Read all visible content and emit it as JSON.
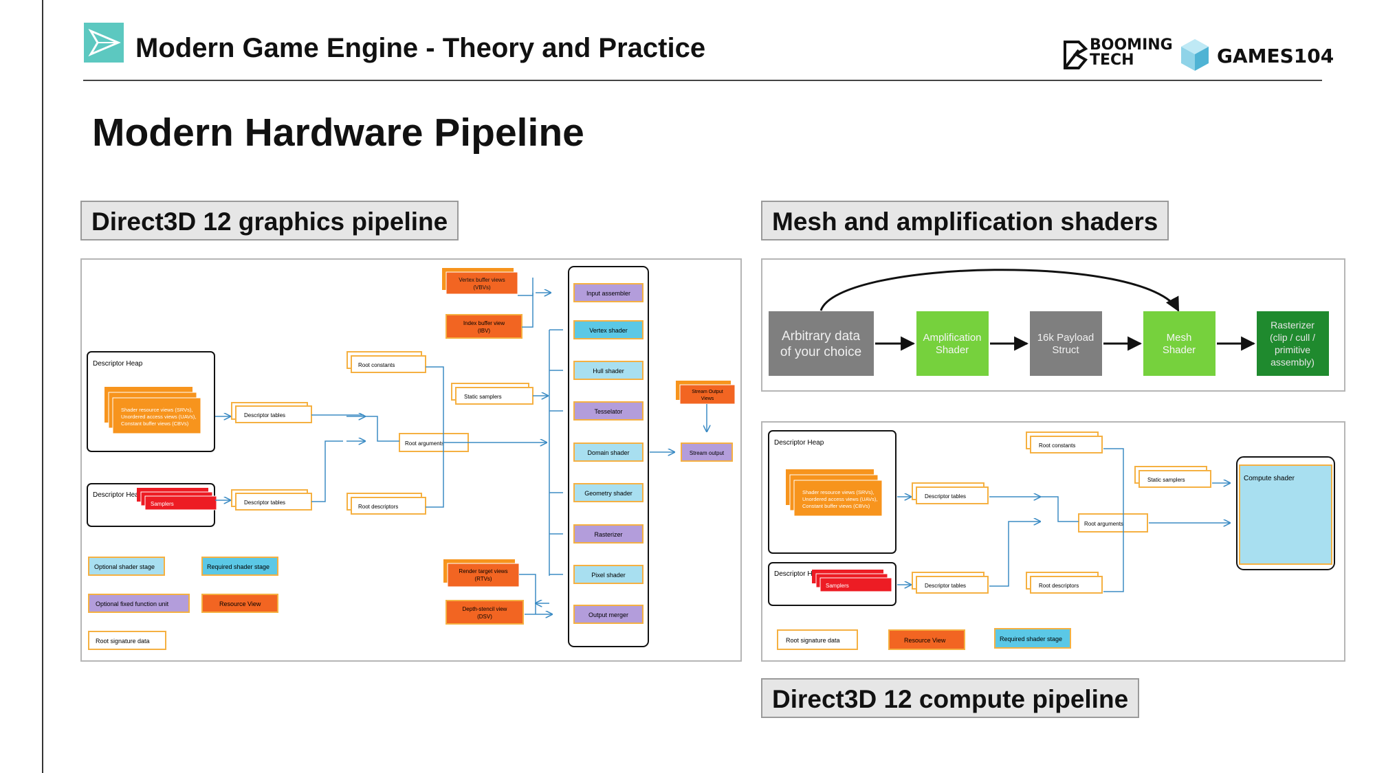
{
  "header": {
    "course_title": "Modern Game Engine - Theory and Practice",
    "brand_booming_line1": "BOOMING",
    "brand_booming_line2": "TECH",
    "brand_games": "GAMES104"
  },
  "slide": {
    "title": "Modern Hardware Pipeline"
  },
  "graphics": {
    "label": "Direct3D 12 graphics pipeline",
    "descriptor_heap": "Descriptor Heap",
    "resource_views": [
      "Shader resource views (SRVs),",
      "Unordered access views (UAVs),",
      "Constant buffer views (CBVs)"
    ],
    "samplers": "Samplers",
    "descriptor_tables": "Descriptor tables",
    "root_constants": "Root constants",
    "root_descriptors": "Root descriptors",
    "root_arguments": "Root arguments",
    "static_samplers": "Static samplers",
    "vbv": [
      "Vertex buffer views",
      "(VBVs)"
    ],
    "ibv": [
      "Index buffer view",
      "(IBV)"
    ],
    "rtv": [
      "Render target views",
      "(RTVs)"
    ],
    "dsv": [
      "Depth-stencil view",
      "(DSV)"
    ],
    "stream_output_views": [
      "Stream Output",
      "Views"
    ],
    "stream_output": "Stream output",
    "stages": [
      "Input assembler",
      "Vertex shader",
      "Hull shader",
      "Tesselator",
      "Domain shader",
      "Geometry shader",
      "Rasterizer",
      "Pixel shader",
      "Output merger"
    ],
    "legend": {
      "optional_shader_stage": "Optional shader stage",
      "required_shader_stage": "Required shader stage",
      "optional_fixed_function_unit": "Optional fixed function unit",
      "resource_view": "Resource View",
      "root_signature_data": "Root signature data"
    }
  },
  "mesh": {
    "label": "Mesh and amplification shaders",
    "nodes": [
      {
        "lines": [
          "Arbitrary data",
          "of your choice"
        ],
        "color": "#7f7f7f"
      },
      {
        "lines": [
          "Amplification",
          "Shader"
        ],
        "color": "#76d13d"
      },
      {
        "lines": [
          "16k Payload",
          "Struct"
        ],
        "color": "#7f7f7f"
      },
      {
        "lines": [
          "Mesh",
          "Shader"
        ],
        "color": "#76d13d"
      },
      {
        "lines": [
          "Rasterizer",
          "(clip / cull /",
          "primitive",
          "assembly)"
        ],
        "color": "#1f8a2e"
      }
    ]
  },
  "compute": {
    "label": "Direct3D 12 compute pipeline",
    "descriptor_heap": "Descriptor Heap",
    "resource_views": [
      "Shader resource views (SRVs),",
      "Unordered access views (UAVs),",
      "Constant buffer views (CBVs)"
    ],
    "samplers": "Samplers",
    "descriptor_tables": "Descriptor tables",
    "root_constants": "Root constants",
    "root_descriptors": "Root descriptors",
    "root_arguments": "Root arguments",
    "static_samplers": "Static samplers",
    "compute_shader": "Compute shader",
    "legend": {
      "root_signature_data": "Root signature data",
      "resource_view": "Resource View",
      "required_shader_stage": "Required shader stage"
    }
  },
  "colors": {
    "orange": "#f7941d",
    "orange_dark": "#f26522",
    "red": "#ed1c24",
    "blue_stage": "#5bc8e6",
    "purple_stage": "#b39ddb",
    "root_border": "#f5b041",
    "arrow": "#3b8bc4"
  }
}
